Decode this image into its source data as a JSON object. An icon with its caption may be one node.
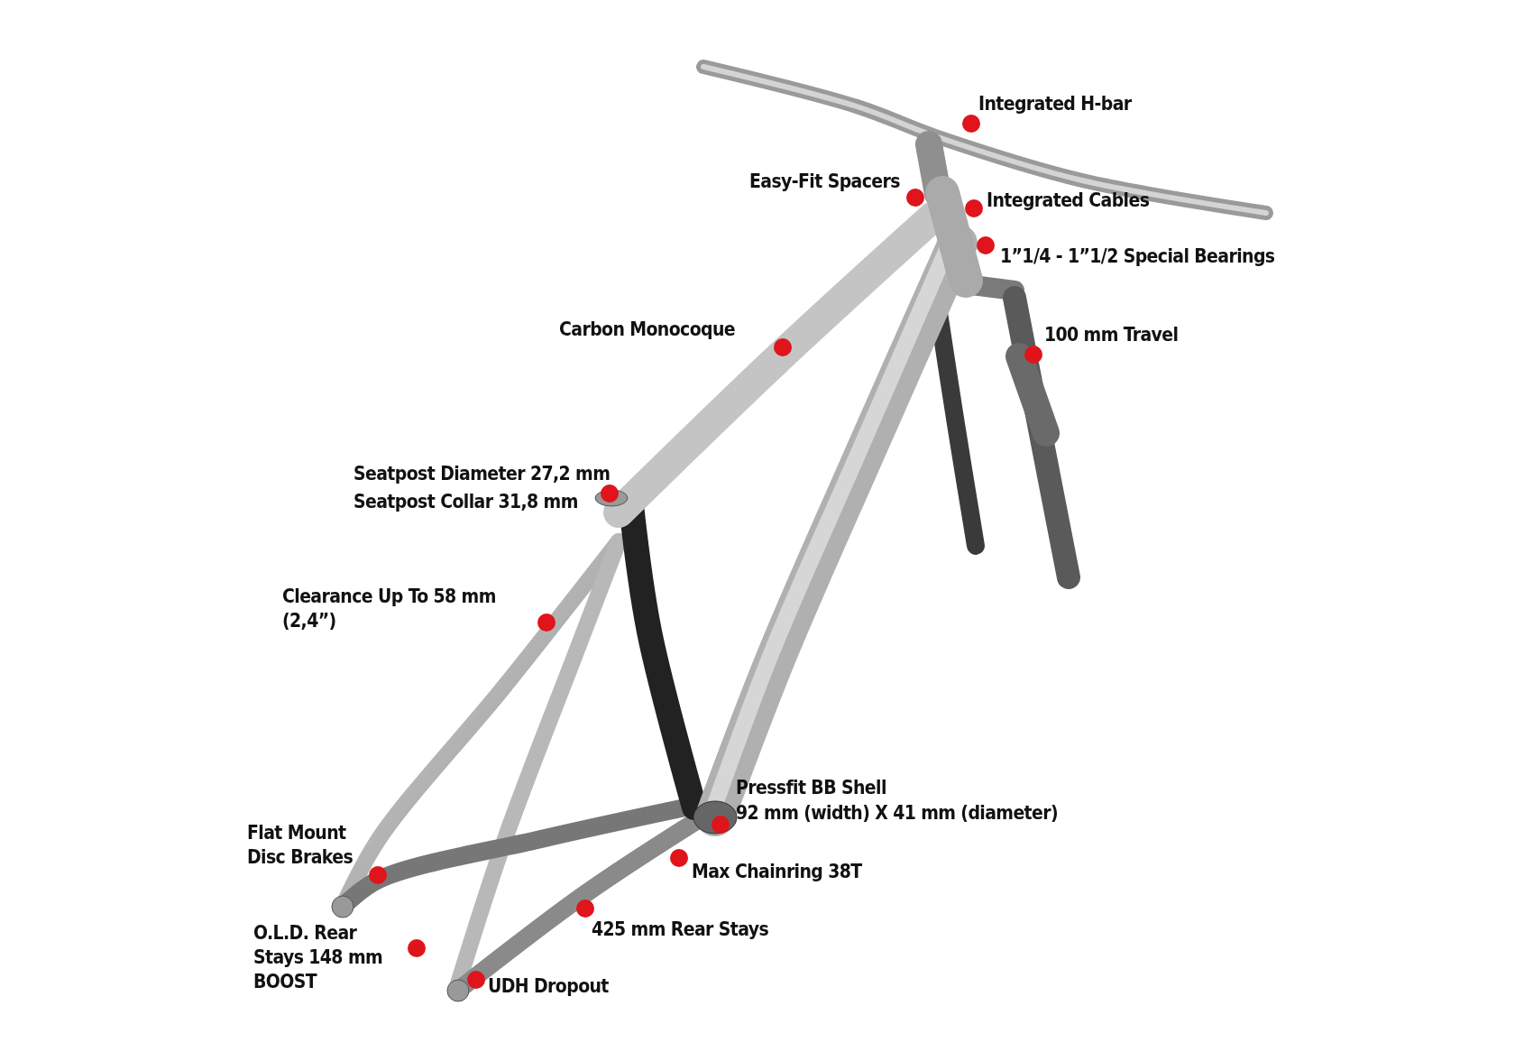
{
  "diagram": {
    "labels": [
      "Integrated H-bar",
      "Easy-Fit Spacers",
      "Integrated Cables",
      "1”1/4 - 1”1/2 Special Bearings",
      "Carbon Monocoque",
      "100 mm Travel",
      "Seatpost Diameter 27,2 mm",
      "Seatpost Collar 31,8 mm",
      "Clearance Up To 58 mm (2,4”)",
      "Pressfit BB Shell",
      "92 mm (width) X 41 mm (diameter)",
      "Flat Mount Disc Brakes",
      "Max Chainring 38T",
      "425 mm Rear Stays",
      "O.L.D. Rear Stays 148 mm BOOST",
      "UDH Dropout"
    ]
  }
}
